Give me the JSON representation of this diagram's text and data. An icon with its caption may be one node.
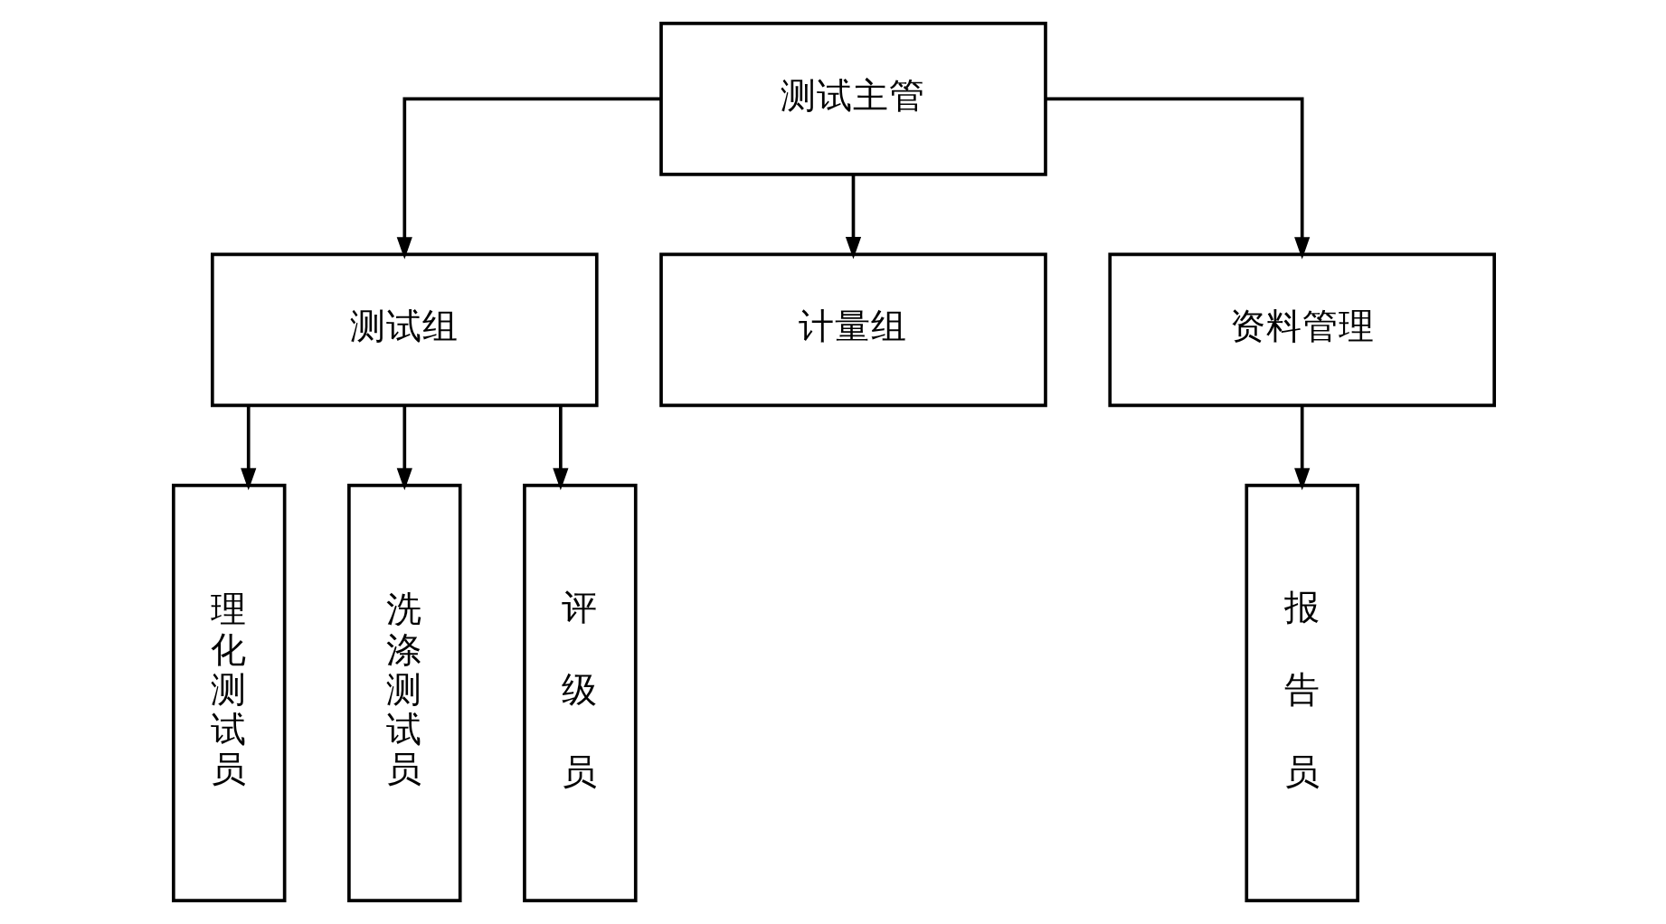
{
  "diagram": {
    "nodes": [
      {
        "text": [
          "测试主管"
        ]
      },
      {
        "text": [
          "测试组"
        ]
      },
      {
        "text": [
          "计量组"
        ]
      },
      {
        "text": [
          "资料管理"
        ]
      },
      {
        "text": [
          "理化测试员"
        ]
      },
      {
        "text": [
          "洗涤测试员"
        ]
      },
      {
        "text": [
          "评级员"
        ]
      },
      {
        "text": [
          "报告员"
        ]
      }
    ],
    "edges": [
      {
        "from": 0,
        "to": 1,
        "arrow": "to"
      },
      {
        "from": 0,
        "to": 2,
        "arrow": "to"
      },
      {
        "from": 0,
        "to": 3,
        "arrow": "to"
      },
      {
        "from": 1,
        "to": 4,
        "arrow": "to"
      },
      {
        "from": 1,
        "to": 5,
        "arrow": "to"
      },
      {
        "from": 1,
        "to": 6,
        "arrow": "to"
      },
      {
        "from": 3,
        "to": 7,
        "arrow": "to"
      }
    ]
  }
}
